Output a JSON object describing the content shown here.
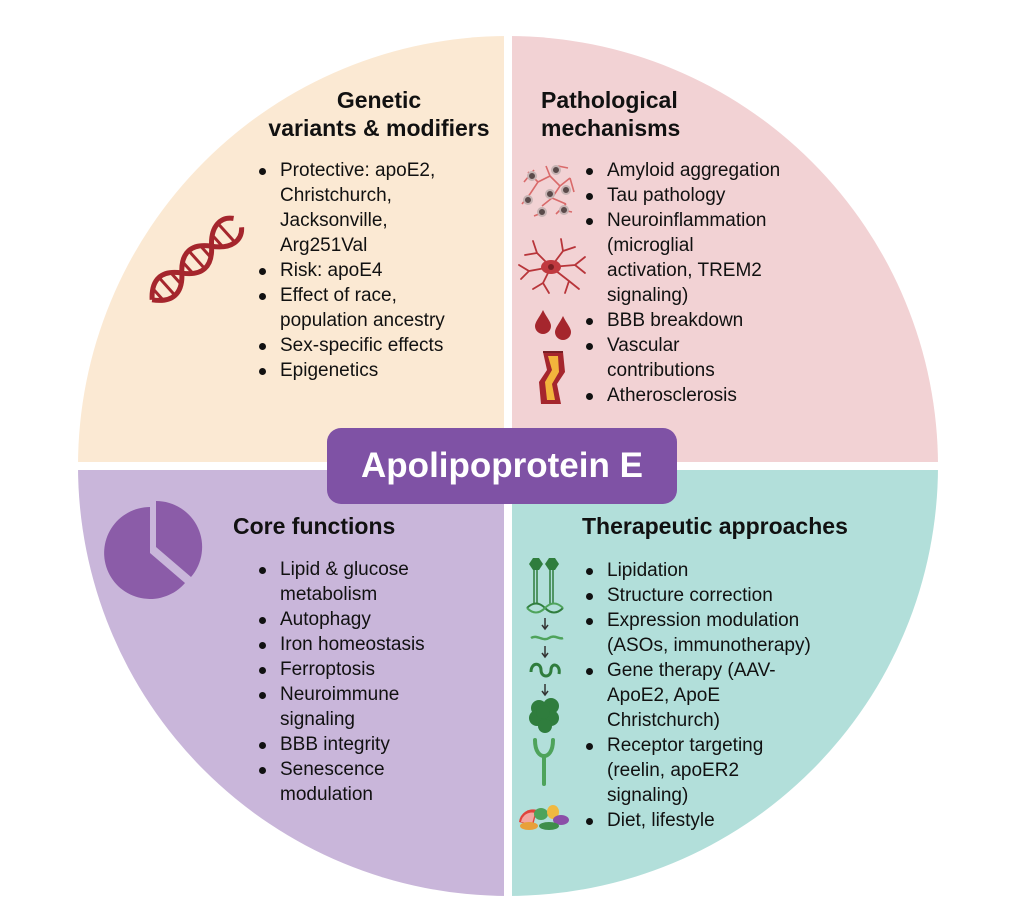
{
  "center_label": "Apolipoprotein E",
  "colors": {
    "genetic": "#fbe9d3",
    "pathological": "#f2d2d4",
    "core": "#c9b6da",
    "therapeutic": "#b2dfda",
    "center": "#7f52a5",
    "icon_red": "#a5262d",
    "icon_purple": "#8b5ca8",
    "icon_green": "#2f7d3d"
  },
  "quadrants": {
    "genetic": {
      "title": [
        "Genetic",
        "variants & modifiers"
      ],
      "icon": "dna-helix-icon",
      "items": [
        [
          "Protective: apoE2,",
          "Christchurch,",
          "Jacksonville,",
          "Arg251Val"
        ],
        [
          "Risk: apoE4"
        ],
        [
          "Effect of race,",
          "population ancestry"
        ],
        [
          "Sex-specific effects"
        ],
        [
          "Epigenetics"
        ]
      ]
    },
    "pathological": {
      "title": [
        "Pathological",
        "mechanisms"
      ],
      "icons": [
        "amyloid-plaque-icon",
        "microglia-icon",
        "blood-drops-icon",
        "artery-icon"
      ],
      "items": [
        [
          "Amyloid aggregation"
        ],
        [
          "Tau pathology"
        ],
        [
          "Neuroinflammation",
          "(microglial",
          "activation, TREM2",
          "signaling)"
        ],
        [
          "BBB breakdown"
        ],
        [
          "Vascular",
          "contributions"
        ],
        [
          "Atherosclerosis"
        ]
      ]
    },
    "core": {
      "title": [
        "Core functions"
      ],
      "icon": "pie-chart-icon",
      "items": [
        [
          "Lipid & glucose",
          "metabolism"
        ],
        [
          "Autophagy"
        ],
        [
          "Iron homeostasis"
        ],
        [
          "Ferroptosis"
        ],
        [
          "Neuroimmune",
          "signaling"
        ],
        [
          "BBB integrity"
        ],
        [
          "Senescence",
          "modulation"
        ]
      ]
    },
    "therapeutic": {
      "title": [
        "Therapeutic approaches"
      ],
      "icons": [
        "lipid-bilayer-icon",
        "dna-to-protein-icon",
        "receptor-icon",
        "food-icon"
      ],
      "items": [
        [
          "Lipidation"
        ],
        [
          "Structure correction"
        ],
        [
          "Expression modulation",
          "(ASOs, immunotherapy)"
        ],
        [
          "Gene therapy (AAV-",
          "ApoE2, ApoE",
          "Christchurch)"
        ],
        [
          "Receptor targeting",
          "(reelin, apoER2",
          "signaling)"
        ],
        [
          "Diet, lifestyle"
        ]
      ]
    }
  }
}
